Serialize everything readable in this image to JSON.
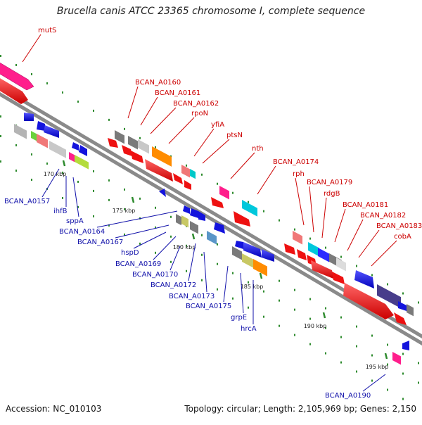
{
  "title": "Brucella canis ATCC 23365 chromosome I, complete sequence",
  "footer": {
    "accession": "Accession: NC_010103",
    "summary": "Topology: circular; Length: 2,105,969 bp; Genes: 2,150"
  },
  "colors": {
    "backbone": "#7f7f7f",
    "forward_label": "#cc0000",
    "reverse_label": "#1111aa",
    "tick": "#2e8b2e",
    "forward_arrow": "#ee1111",
    "reverse_arrow": "#1414dd"
  },
  "ticks": [
    {
      "label": "170 kbp"
    },
    {
      "label": "175 kbp"
    },
    {
      "label": "180 kbp"
    },
    {
      "label": "185 kbp"
    },
    {
      "label": "190 kbp"
    },
    {
      "label": "195 kbp"
    }
  ],
  "top_labels": [
    {
      "text": "mutS"
    },
    {
      "text": "BCAN_A0160"
    },
    {
      "text": "BCAN_A0161"
    },
    {
      "text": "BCAN_A0162"
    },
    {
      "text": "rpoN"
    },
    {
      "text": "yfiA"
    },
    {
      "text": "ptsN"
    },
    {
      "text": "nth"
    },
    {
      "text": "BCAN_A0174"
    },
    {
      "text": "rph"
    },
    {
      "text": "BCAN_A0179"
    },
    {
      "text": "rdgB"
    },
    {
      "text": "BCAN_A0181"
    },
    {
      "text": "BCAN_A0182"
    },
    {
      "text": "BCAN_A0183"
    },
    {
      "text": "cobA"
    }
  ],
  "bottom_labels": [
    {
      "text": "BCAN_A0157"
    },
    {
      "text": "ihfB"
    },
    {
      "text": "sppA"
    },
    {
      "text": "BCAN_A0164"
    },
    {
      "text": "BCAN_A0167"
    },
    {
      "text": "hspD"
    },
    {
      "text": "BCAN_A0169"
    },
    {
      "text": "BCAN_A0170"
    },
    {
      "text": "BCAN_A0172"
    },
    {
      "text": "BCAN_A0173"
    },
    {
      "text": "BCAN_A0175"
    },
    {
      "text": "grpE"
    },
    {
      "text": "hrcA"
    },
    {
      "text": "BCAN_A0190"
    }
  ]
}
